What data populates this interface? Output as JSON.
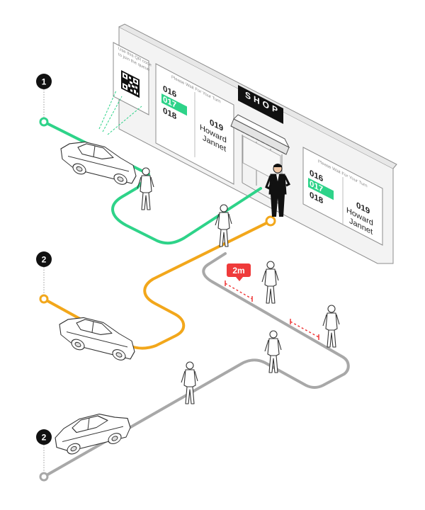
{
  "colors": {
    "green": "#2ed389",
    "orange": "#f2a71b",
    "gray": "#a8a8a8",
    "dark": "#111111",
    "badge": "#ef3a3a"
  },
  "steps": [
    {
      "label": "1"
    },
    {
      "label": "2"
    },
    {
      "label": "2"
    }
  ],
  "qr_caption": [
    "Use this QR code",
    "to join the queue"
  ],
  "shop_sign": "SHOP",
  "queue_panel_left": {
    "header": "Please Wait For Your Turn",
    "numbers": [
      "016",
      "017",
      "018"
    ],
    "active": "017",
    "next_number": "019",
    "next_names": [
      "Howard",
      "Jannet"
    ]
  },
  "queue_panel_right": {
    "header": "Please Wait For Your Turn",
    "numbers": [
      "016",
      "017",
      "018"
    ],
    "active": "017",
    "next_number": "019",
    "next_names": [
      "Howard",
      "Jannet"
    ]
  },
  "distance_badge": "2m",
  "icons": [
    "car-icon",
    "person-icon",
    "qr-code-icon",
    "shop-awning-icon"
  ]
}
